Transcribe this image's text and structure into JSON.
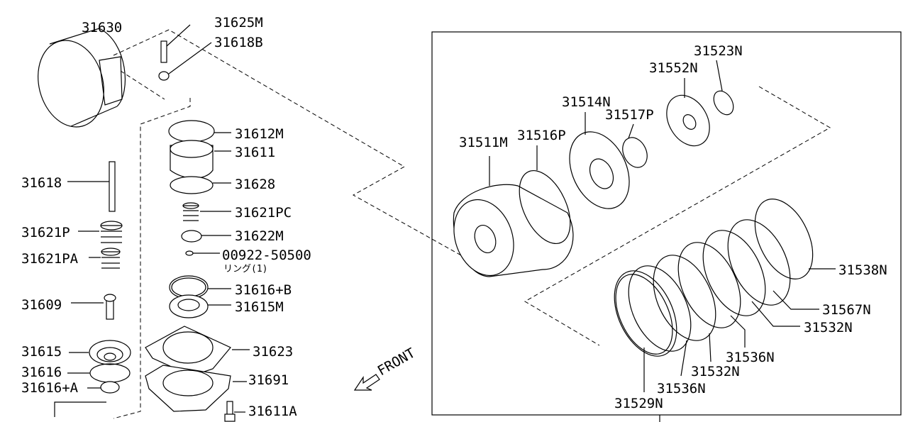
{
  "title": "Automatic transmission band servo and clutch parts diagram",
  "left_parts": {
    "p31630": "31630",
    "p31625M": "31625M",
    "p31618B": "31618B",
    "p31612M": "31612M",
    "p31611": "31611",
    "p31628": "31628",
    "p31618": "31618",
    "p31621PC": "31621PC",
    "p31621P": "31621P",
    "p31622M": "31622M",
    "p31621PA": "31621PA",
    "p00922": "00922-50500",
    "ring_note": "リング(1)",
    "p31616B": "31616+B",
    "p31609": "31609",
    "p31615M": "31615M",
    "p31615": "31615",
    "p31623": "31623",
    "p31616": "31616",
    "p31691": "31691",
    "p31616A": "31616+A",
    "p31611A": "31611A"
  },
  "front_label": "FRONT",
  "right_parts": {
    "p31523N": "31523N",
    "p31552N": "31552N",
    "p31514N": "31514N",
    "p31517P": "31517P",
    "p31511M": "31511M",
    "p31516P": "31516P",
    "p31538N": "31538N",
    "p31567N": "31567N",
    "p31532N_a": "31532N",
    "p31536N_a": "31536N",
    "p31532N_b": "31532N",
    "p31536N_b": "31536N",
    "p31529N": "31529N"
  }
}
